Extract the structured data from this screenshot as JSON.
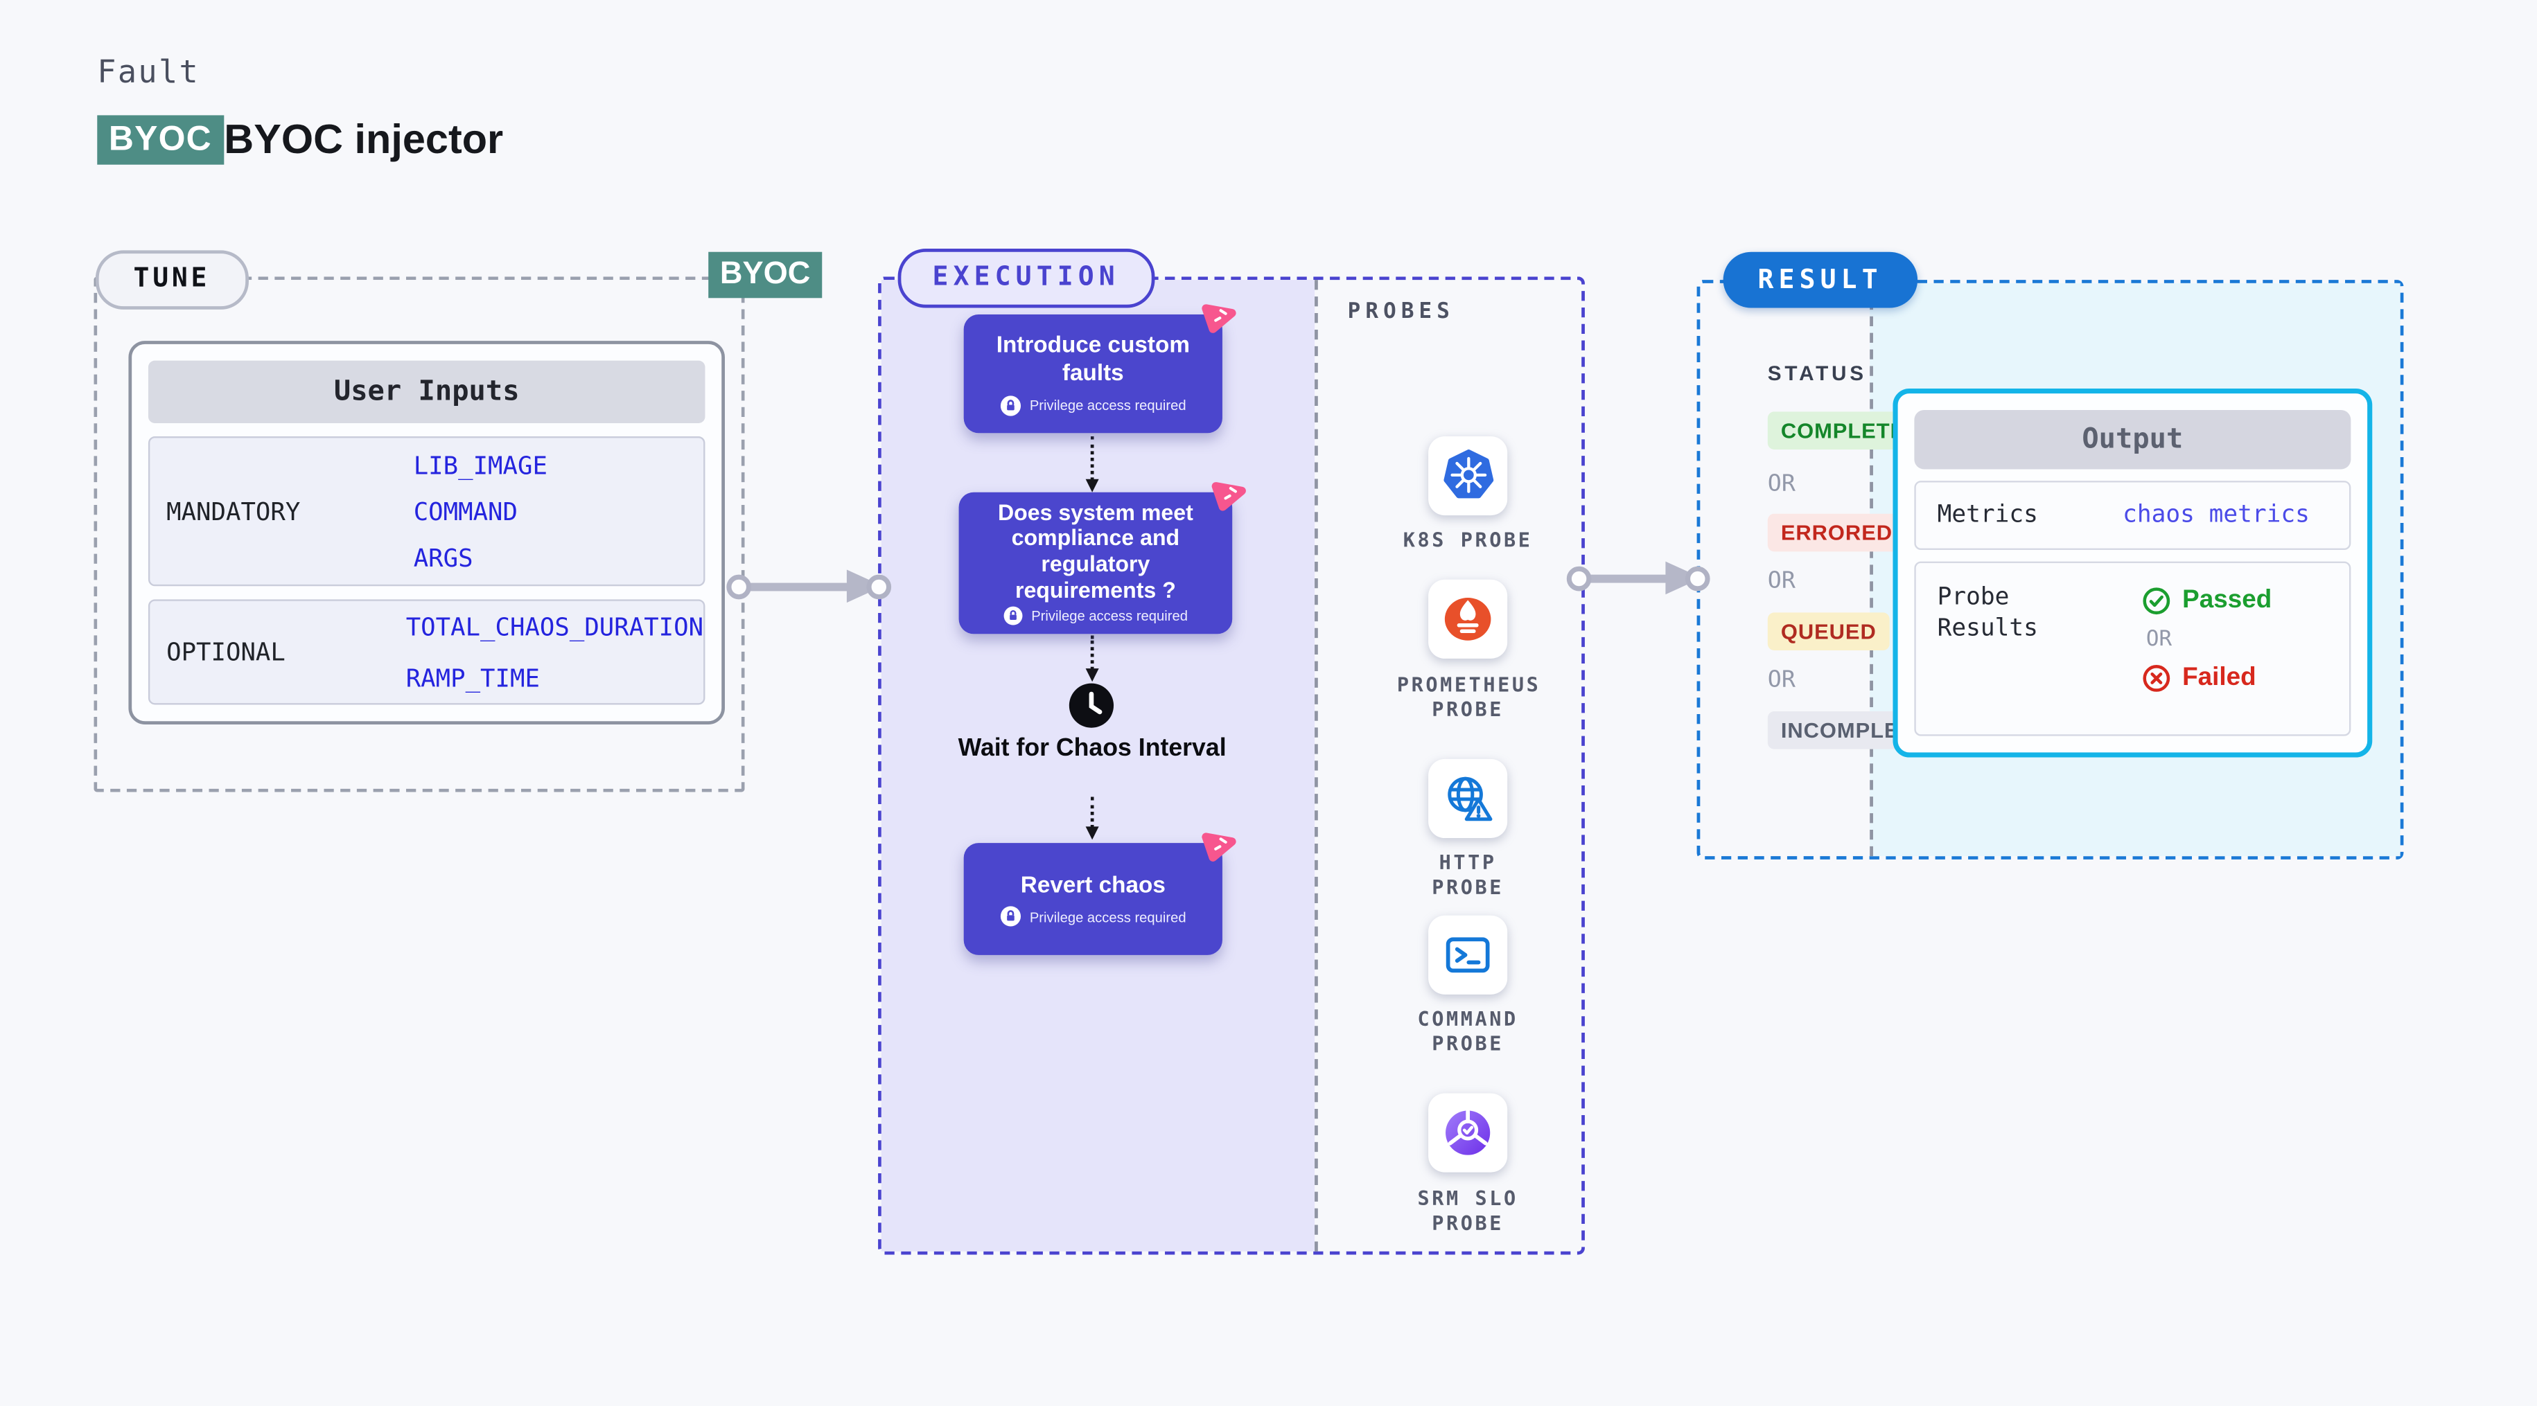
{
  "colors": {
    "page_bg": "#f7f8fb",
    "teal_badge": "#4e8d85",
    "node_purple": "#4b46cd",
    "fault_pink": "#f7568e",
    "execution_accent": "#4a43cf",
    "result_accent": "#1873d3",
    "output_border_cyan": "#14b4e8",
    "output_panel_bg": "#e7f6fc",
    "input_value_blue": "#2424de",
    "metrics_value_indigo": "#4b4be8",
    "passed_green": "#1b9e2f",
    "failed_red": "#d7281d",
    "completed_green": "#14862a",
    "errored_red": "#c2271d",
    "queued_text_red": "#b02b21",
    "arrow_gray": "#b5b7c8"
  },
  "header": {
    "kicker": "Fault",
    "badge": "BYOC",
    "title": "BYOC injector"
  },
  "tune": {
    "label": "TUNE",
    "corner_badge": "BYOC",
    "table": {
      "header": "User Inputs",
      "rows": [
        {
          "label": "MANDATORY",
          "values": [
            "LIB_IMAGE",
            "COMMAND",
            "ARGS"
          ]
        },
        {
          "label": "OPTIONAL",
          "values": [
            "TOTAL_CHAOS_DURATION",
            "RAMP_TIME"
          ]
        }
      ]
    }
  },
  "execution": {
    "label": "EXECUTION",
    "node1": {
      "title": "Introduce custom faults",
      "note": "Privilege access required"
    },
    "node2": {
      "title": "Does system meet compliance and regulatory requirements ?",
      "note": "Privilege access required"
    },
    "wait_step": {
      "title": "Wait for Chaos Interval"
    },
    "node3": {
      "title": "Revert chaos",
      "note": "Privilege access required"
    }
  },
  "probes": {
    "label": "PROBES",
    "items": [
      {
        "name": "K8S PROBE",
        "icon": "kubernetes-icon"
      },
      {
        "name": "PROMETHEUS PROBE",
        "icon": "prometheus-icon"
      },
      {
        "name": "HTTP PROBE",
        "icon": "http-globe-icon"
      },
      {
        "name": "COMMAND PROBE",
        "icon": "terminal-icon"
      },
      {
        "name": "SRM SLO PROBE",
        "icon": "srm-slo-icon"
      }
    ]
  },
  "result": {
    "label": "RESULT",
    "status_label": "STATUS",
    "statuses": [
      {
        "text": "COMPLETED",
        "type": "completed"
      },
      {
        "text": "OR",
        "type": "or"
      },
      {
        "text": "ERRORED",
        "type": "errored"
      },
      {
        "text": "OR",
        "type": "or"
      },
      {
        "text": "QUEUED",
        "type": "queued"
      },
      {
        "text": "OR",
        "type": "or"
      },
      {
        "text": "INCOMPLETED",
        "type": "incompleted"
      }
    ],
    "output": {
      "header": "Output",
      "metrics_label": "Metrics",
      "metrics_value": "chaos metrics",
      "probe_results_label": "Probe Results",
      "passed": "Passed",
      "or": "OR",
      "failed": "Failed"
    }
  }
}
